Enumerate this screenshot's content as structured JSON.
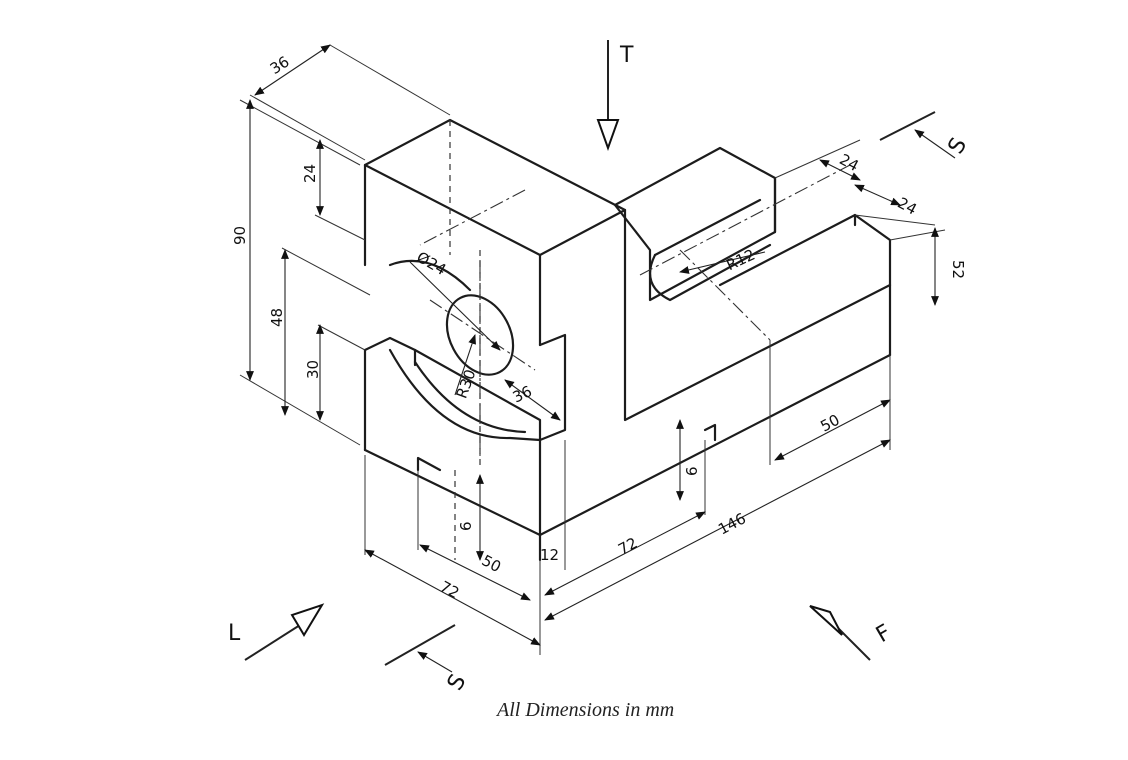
{
  "caption": "All Dimensions in mm",
  "view_labels": {
    "top": "T",
    "front": "F",
    "left": "L",
    "section_right": "S",
    "section_left": "S"
  },
  "dimensions": {
    "top_depth": "36",
    "overall_height": "90",
    "upper_step": "24",
    "bore_center_height": "48",
    "lower_block_height": "30",
    "bore_diameter": "Ø24",
    "arc_radius": "R30",
    "arc_width": "36",
    "slot_radius": "R12",
    "slot_gap_a": "24",
    "slot_gap_b": "24",
    "rib_height": "52",
    "rib_offset": "50",
    "front_groove_depth": "6",
    "side_groove_depth": "6",
    "base_width": "72",
    "groove_offset": "50",
    "groove_width": "12",
    "mid_length": "72",
    "overall_length": "146"
  },
  "icons": {
    "view_arrow": "view-direction-arrow-icon",
    "section_arrow": "section-plane-arrow-icon"
  }
}
